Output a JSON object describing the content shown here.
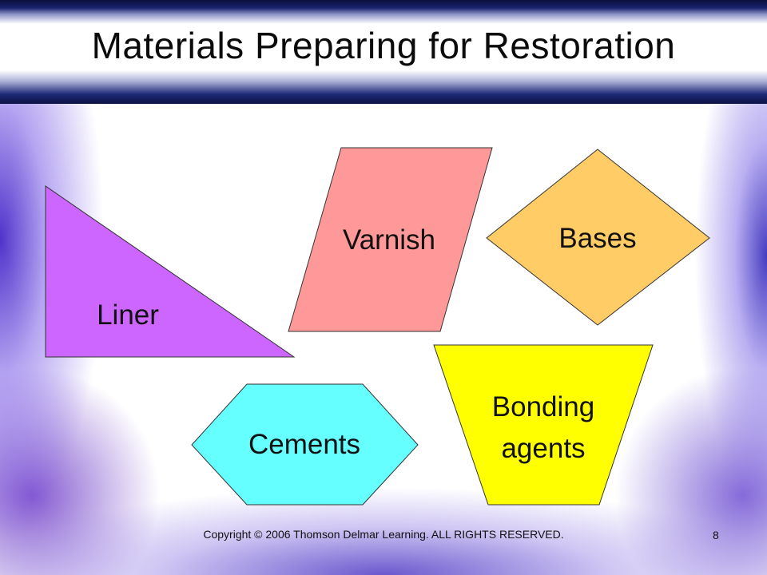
{
  "title": "Materials Preparing for Restoration",
  "shapes": {
    "liner": {
      "label": "Liner",
      "color": "#cc66ff"
    },
    "varnish": {
      "label": "Varnish",
      "color": "#ff9999"
    },
    "bases": {
      "label": "Bases",
      "color": "#ffcc66"
    },
    "cements": {
      "label": "Cements",
      "color": "#66ffff"
    },
    "bonding_agents": {
      "label_line1": "Bonding",
      "label_line2": "agents",
      "color": "#ffff00"
    }
  },
  "footer": {
    "copyright": "Copyright © 2006 Thomson Delmar Learning. ALL RIGHTS RESERVED.",
    "page_number": "8"
  }
}
